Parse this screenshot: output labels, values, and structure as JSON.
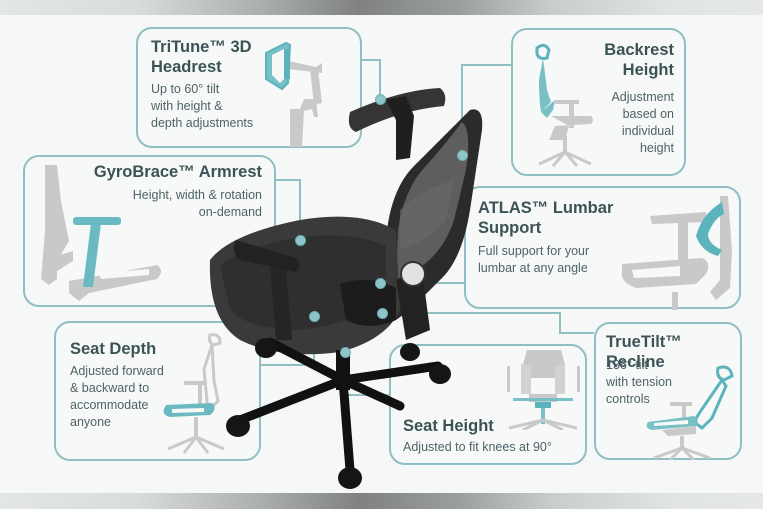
{
  "colors": {
    "accent_teal": "#5bb3bb",
    "border_teal": "#8fbfc2",
    "text_dark": "#3c5356",
    "silhouette_gray": "#c4c4c4",
    "chair_black": "#2a2a2a",
    "background": "#f6f7f7"
  },
  "features": {
    "headrest": {
      "title": "TriTune™ 3D\nHeadrest",
      "description": "Up to 60° tilt\nwith height &\ndepth adjustments",
      "icon": "headrest-silhouette-icon"
    },
    "backrest": {
      "title": "Backrest\nHeight",
      "description": "Adjustment\nbased on\nindividual\nheight",
      "icon": "backrest-chair-silhouette-icon"
    },
    "armrest": {
      "title": "GyroBrace™ Armrest",
      "description": "Height, width & rotation\non-demand",
      "icon": "armrest-chair-silhouette-icon"
    },
    "lumbar": {
      "title": "ATLAS™ Lumbar\nSupport",
      "description": "Full support for your\nlumbar at any angle",
      "icon": "lumbar-chair-silhouette-icon"
    },
    "seat_depth": {
      "title": "Seat Depth",
      "description": "Adjusted forward\n& backward to\naccommodate\nanyone",
      "icon": "seat-depth-chair-silhouette-icon"
    },
    "seat_height": {
      "title": "Seat Height",
      "description": "Adjusted to fit knees at 90°",
      "icon": "seat-height-chair-silhouette-icon"
    },
    "recline": {
      "title": "TrueTilt™ Recline",
      "description": "136° tilt\nwith tension\ncontrols",
      "icon": "recline-chair-silhouette-icon"
    }
  },
  "center_image": {
    "label": "ergonomic office chair rear 3/4 view",
    "icon": "office-chair-illustration"
  }
}
